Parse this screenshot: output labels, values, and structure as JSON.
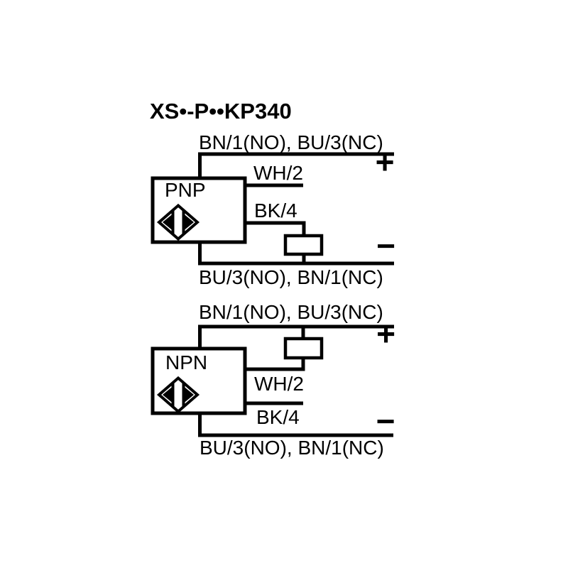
{
  "diagram": {
    "title": "XS•-P••KP340",
    "ink_color": "#000000",
    "background_color": "#ffffff",
    "sections": [
      {
        "name": "pnp-wiring",
        "sensor_type_label": "PNP",
        "positive_rail_label": "BN/1(NO), BU/3(NC)",
        "plus_symbol": "+",
        "wire2_label": "WH/2",
        "wire4_label": "BK/4",
        "minus_symbol": "−",
        "negative_rail_label": "BU/3(NO), BN/1(NC)"
      },
      {
        "name": "npn-wiring",
        "sensor_type_label": "NPN",
        "positive_rail_label": "BN/1(NO), BU/3(NC)",
        "plus_symbol": "+",
        "wire2_label": "WH/2",
        "wire4_label": "BK/4",
        "minus_symbol": "−",
        "negative_rail_label": "BU/3(NO), BN/1(NC)"
      }
    ]
  }
}
